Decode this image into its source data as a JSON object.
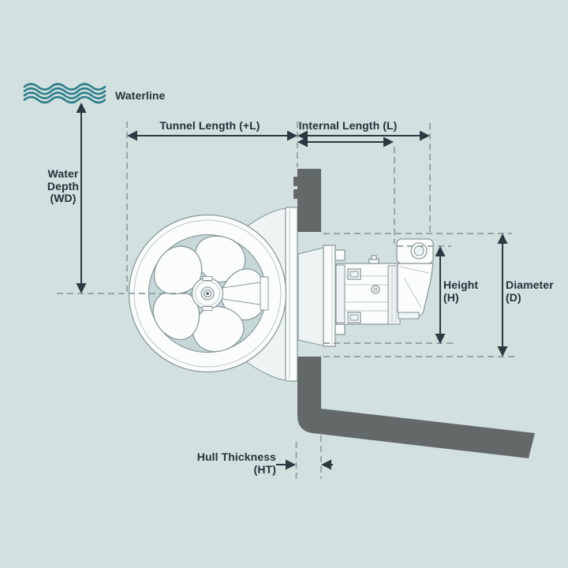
{
  "diagram": {
    "labels": {
      "waterline": "Waterline",
      "water_depth": "Water\nDepth\n(WD)",
      "tunnel_length": "Tunnel Length (+L)",
      "internal_length": "Internal Length (L)",
      "height": "Height\n(H)",
      "diameter": "Diameter\n(D)",
      "hull_thickness": "Hull Thickness\n(HT)"
    },
    "colors": {
      "background": "#d2e0e0",
      "hull": "#636868",
      "waterline_wave": "#2e7e89",
      "dimension_line": "#2b3940",
      "dashed_line": "#8d9e9e",
      "text": "#243239",
      "machinery_stroke": "#8c9a9a",
      "machinery_fill": "#fbfdfd",
      "machinery_shade": "#eef4f4",
      "tunnel_interior": "#c6d8d8",
      "hub_dot": "#6d7a7a"
    }
  }
}
